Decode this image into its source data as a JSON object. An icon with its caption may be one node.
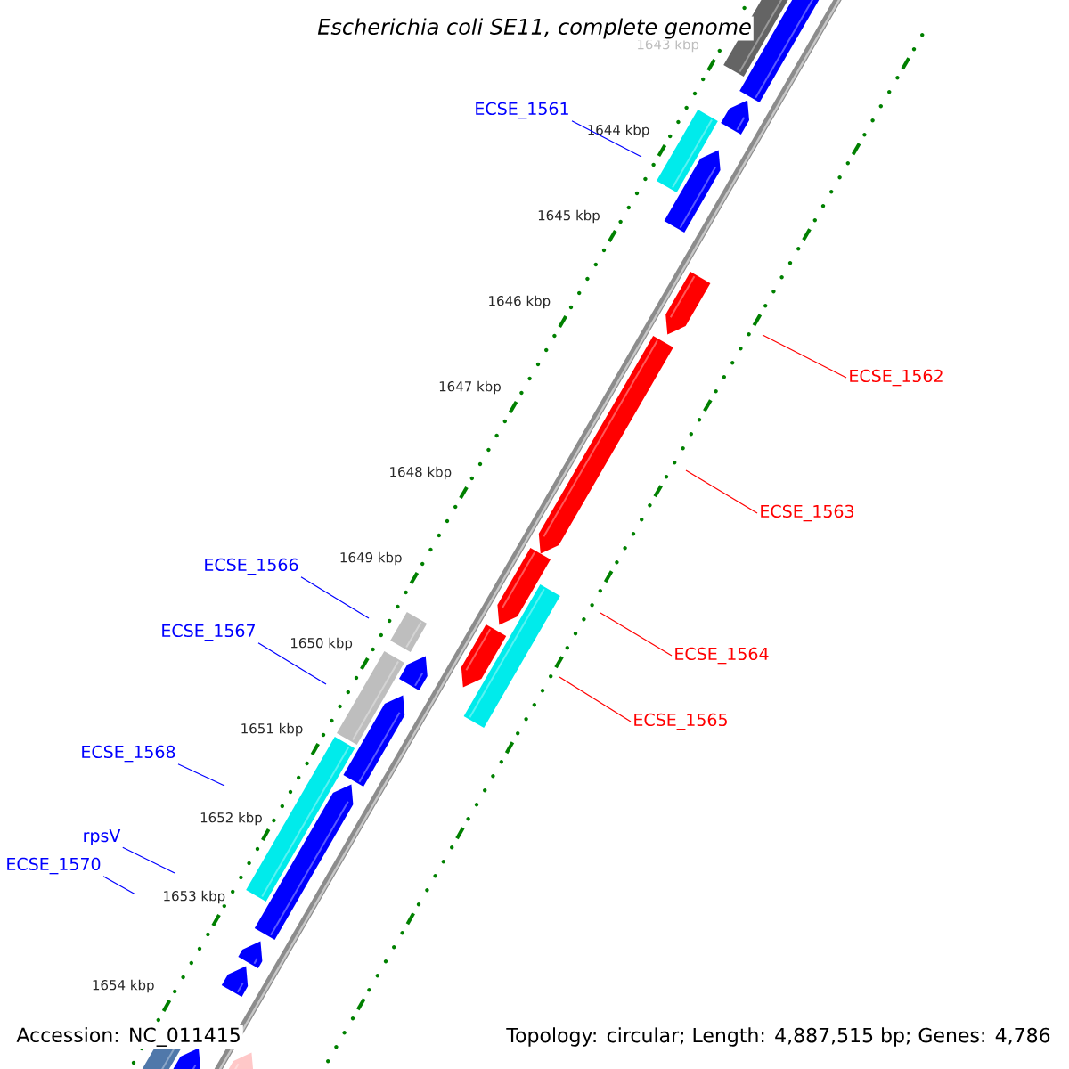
{
  "diagram": {
    "title": "Escherichia coli SE11, complete genome",
    "nodes": [
      {
        "text": [
          "ECSE_1561"
        ]
      },
      {
        "text": [
          "ECSE_1562"
        ]
      },
      {
        "text": [
          "ECSE_1563"
        ]
      },
      {
        "text": [
          "ECSE_1564"
        ]
      },
      {
        "text": [
          "ECSE_1565"
        ]
      },
      {
        "text": [
          "ECSE_1566"
        ]
      },
      {
        "text": [
          "ECSE_1567"
        ]
      },
      {
        "text": [
          "ECSE_1568"
        ]
      },
      {
        "text": [
          "rpsV"
        ]
      },
      {
        "text": [
          "ECSE_1570"
        ]
      }
    ],
    "edges": [
      {
        "from": 0,
        "to": null,
        "arrow": "none",
        "color": "#0000ff"
      },
      {
        "from": 1,
        "to": null,
        "arrow": "none",
        "color": "#ff0000"
      },
      {
        "from": 2,
        "to": null,
        "arrow": "none",
        "color": "#ff0000"
      },
      {
        "from": 3,
        "to": null,
        "arrow": "none",
        "color": "#ff0000"
      },
      {
        "from": 4,
        "to": null,
        "arrow": "none",
        "color": "#ff0000"
      },
      {
        "from": 5,
        "to": null,
        "arrow": "none",
        "color": "#0000ff"
      },
      {
        "from": 6,
        "to": null,
        "arrow": "none",
        "color": "#0000ff"
      },
      {
        "from": 7,
        "to": null,
        "arrow": "none",
        "color": "#0000ff"
      },
      {
        "from": 8,
        "to": null,
        "arrow": "none",
        "color": "#0000ff"
      },
      {
        "from": 9,
        "to": null,
        "arrow": "none",
        "color": "#0000ff"
      }
    ],
    "labels": [
      "1643 kbp",
      "1644 kbp",
      "1645 kbp",
      "1646 kbp",
      "1647 kbp",
      "1648 kbp",
      "1649 kbp",
      "1650 kbp",
      "1651 kbp",
      "1652 kbp",
      "1653 kbp",
      "1654 kbp",
      "Accession: NC_011415",
      "Topology: circular; Length: 4,887,515 bp; Genes: 4,786"
    ]
  }
}
